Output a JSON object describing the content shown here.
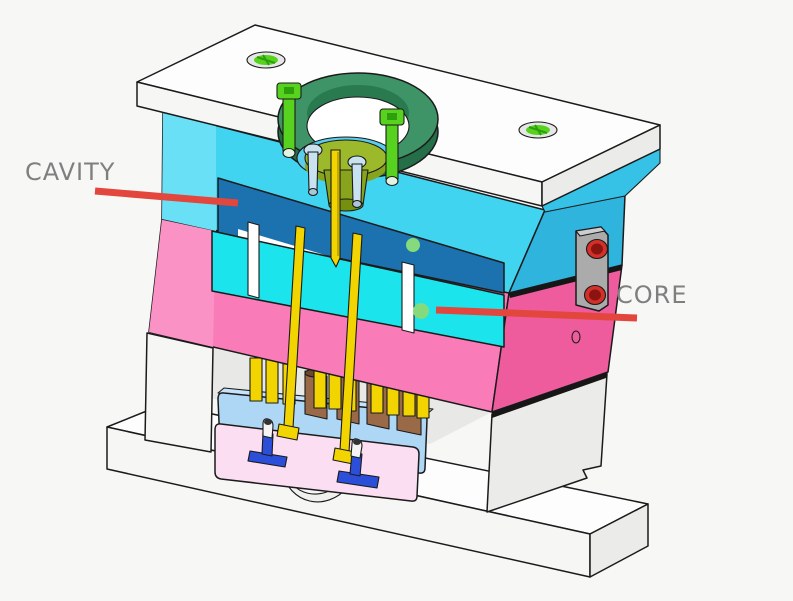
{
  "scene": {
    "description": "Sectioned 3D CAD rendering of a plastic injection mold base",
    "background": "#f7f7f6"
  },
  "annotations": {
    "cavity": {
      "text": "CAVITY",
      "color": "#7f7f7f",
      "leader_color": "#e2463c"
    },
    "core": {
      "text": "CORE",
      "color": "#7f7f7f",
      "leader_color": "#e2463c"
    }
  },
  "palette": {
    "bg": "#f7f7f6",
    "white_top": "#fdfdfd",
    "white_front": "#f6f6f4",
    "white_side": "#ebebe9",
    "interior": "#e8e8e6",
    "notch": "#f0f0ee",
    "cavity_front": "#41d4f1",
    "cavity_cut": "#6ae0f7",
    "cavity_side": "#2fb4de",
    "cavity_top": "#35c2e6",
    "insert_blue": "#1b72ae",
    "core_insert": "#1ce4ec",
    "core_front": "#f97bb8",
    "core_cut": "#fa92c5",
    "core_side": "#ee5c9d",
    "gap_white": "#ffffff",
    "squiggle": "#5a6616",
    "parting": "#161616",
    "ring_top": "#3e9467",
    "ring_band": "#256f48",
    "ring_inner": "#2a7a50",
    "ring_bore": "#ffffff",
    "bolt_green": "#57d31f",
    "bolt_slot": "#2f9e0d",
    "bolt_tip": "#e2f3e2",
    "bushing_top": "#9cb92b",
    "bushing_side": "#87a41c",
    "bushing_dark": "#74900e",
    "bore_cyan": "#59cdeb",
    "screw_pale": "#c9e2ef",
    "screw_pale_dark": "#a9c7d8",
    "pin_yellow": "#f2d400",
    "pin_dark": "#c2a900",
    "spacer_brown": "#9a6a48",
    "spacer_dark": "#6f472c",
    "retainer_blue": "#aed7f6",
    "retainer_top": "#c6e3fb",
    "ejector_pink": "#fbdef1",
    "royal_blue": "#2b4fd8",
    "cap_white": "#f4f4f4",
    "cap_dark": "#333333",
    "latch_face": "#ababab",
    "latch_top": "#cdcdcd",
    "screw_red": "#d3302a",
    "screw_red_dark": "#8c1410",
    "dot_green": "#84da7c",
    "dot_edge": "#3f9a44",
    "screw_recess": "#e6e6e6"
  },
  "parts": [
    "top-clamp-plate",
    "locating-ring",
    "sprue-bushing",
    "cavity-plate",
    "cavity-insert",
    "core-plate",
    "core-insert",
    "ejector-pins",
    "return-pins",
    "support-spacers",
    "ejector-retainer-plate",
    "ejector-plate",
    "support-rails",
    "bottom-clamp-plate",
    "latch-lock",
    "stop-pins"
  ]
}
